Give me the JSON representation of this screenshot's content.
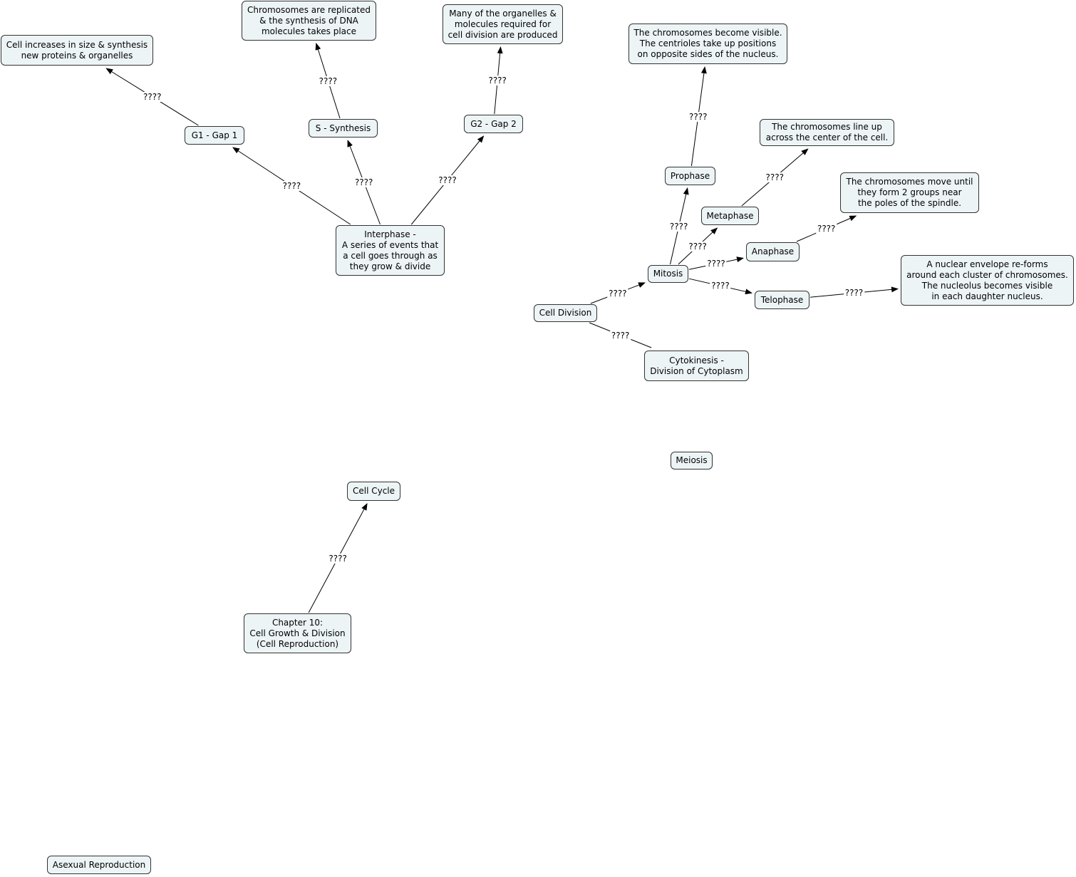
{
  "colors": {
    "node_fill": "#edf4f6",
    "node_border": "#333333",
    "connector": "#000000",
    "background": "#ffffff"
  },
  "nodes": [
    {
      "id": "g1-effect",
      "text": "Cell increases in size & synthesis\nnew proteins & organelles"
    },
    {
      "id": "s-effect",
      "text": "Chromosomes are replicated\n& the synthesis of DNA\nmolecules takes place"
    },
    {
      "id": "g2-effect",
      "text": "Many of the organelles &\nmolecules required for\ncell division are produced"
    },
    {
      "id": "prophase-effect",
      "text": "The chromosomes become visible.\nThe centrioles take up positions\non opposite sides of the nucleus."
    },
    {
      "id": "metaphase-effect",
      "text": "The chromosomes line up\nacross the center of the cell."
    },
    {
      "id": "anaphase-effect",
      "text": "The chromosomes move until\nthey form 2 groups near\nthe poles of the spindle."
    },
    {
      "id": "telophase-effect",
      "text": "A nuclear envelope re-forms\naround each cluster of chromosomes.\nThe nucleolus becomes visible\nin each daughter nucleus."
    },
    {
      "id": "g1",
      "text": "G1 - Gap 1"
    },
    {
      "id": "s-synthesis",
      "text": "S - Synthesis"
    },
    {
      "id": "g2",
      "text": "G2 - Gap 2"
    },
    {
      "id": "interphase",
      "text": "Interphase -\nA series of events that\na cell goes through as\nthey grow & divide"
    },
    {
      "id": "prophase",
      "text": "Prophase"
    },
    {
      "id": "metaphase",
      "text": "Metaphase"
    },
    {
      "id": "anaphase",
      "text": "Anaphase"
    },
    {
      "id": "mitosis",
      "text": "Mitosis"
    },
    {
      "id": "telophase",
      "text": "Telophase"
    },
    {
      "id": "cell-division",
      "text": "Cell Division"
    },
    {
      "id": "cytokinesis",
      "text": "Cytokinesis -\nDivision of Cytoplasm"
    },
    {
      "id": "meiosis",
      "text": "Meiosis"
    },
    {
      "id": "cell-cycle",
      "text": "Cell Cycle"
    },
    {
      "id": "chapter-10",
      "text": "Chapter 10:\nCell Growth & Division\n(Cell Reproduction)"
    },
    {
      "id": "asexual-reproduction",
      "text": "Asexual Reproduction"
    }
  ],
  "links": [
    {
      "from": "g1",
      "to": "g1-effect",
      "label": "????"
    },
    {
      "from": "s-synthesis",
      "to": "s-effect",
      "label": "????"
    },
    {
      "from": "g2",
      "to": "g2-effect",
      "label": "????"
    },
    {
      "from": "interphase",
      "to": "g1",
      "label": "????"
    },
    {
      "from": "interphase",
      "to": "s-synthesis",
      "label": "????"
    },
    {
      "from": "interphase",
      "to": "g2",
      "label": "????"
    },
    {
      "from": "prophase",
      "to": "prophase-effect",
      "label": "????"
    },
    {
      "from": "metaphase",
      "to": "metaphase-effect",
      "label": "????"
    },
    {
      "from": "anaphase",
      "to": "anaphase-effect",
      "label": "????"
    },
    {
      "from": "telophase",
      "to": "telophase-effect",
      "label": "????"
    },
    {
      "from": "mitosis",
      "to": "prophase",
      "label": "????"
    },
    {
      "from": "mitosis",
      "to": "metaphase",
      "label": "????"
    },
    {
      "from": "mitosis",
      "to": "anaphase",
      "label": "????"
    },
    {
      "from": "mitosis",
      "to": "telophase",
      "label": "????"
    },
    {
      "from": "cell-division",
      "to": "mitosis",
      "label": "????"
    },
    {
      "from": "cell-division",
      "to": "cytokinesis",
      "label": "????",
      "arrow": false
    },
    {
      "from": "chapter-10",
      "to": "cell-cycle",
      "label": "????"
    }
  ]
}
